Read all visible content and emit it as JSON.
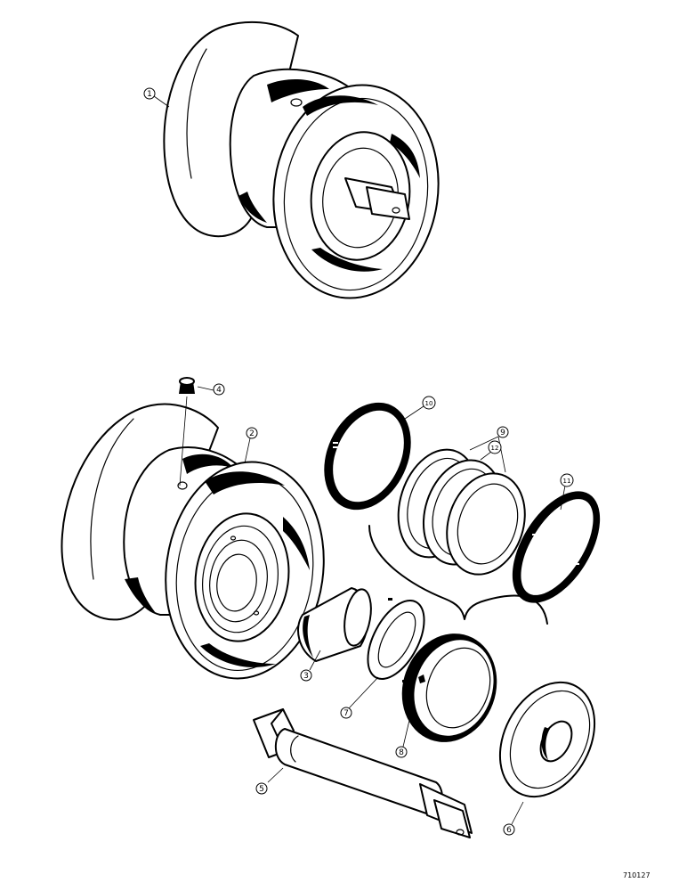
{
  "figure": {
    "figure_number": "710127"
  },
  "parts": [
    {
      "id": "part-1",
      "callout": "1"
    },
    {
      "id": "part-2",
      "callout": "2"
    },
    {
      "id": "part-3",
      "callout": "3"
    },
    {
      "id": "part-4",
      "callout": "4"
    },
    {
      "id": "part-5",
      "callout": "5"
    },
    {
      "id": "part-6",
      "callout": "6"
    },
    {
      "id": "part-7",
      "callout": "7"
    },
    {
      "id": "part-8a",
      "callout": "8"
    },
    {
      "id": "part-8b",
      "callout": "8"
    },
    {
      "id": "part-9",
      "callout": "9"
    },
    {
      "id": "part-10",
      "callout": "10"
    },
    {
      "id": "part-11",
      "callout": "11"
    },
    {
      "id": "part-12",
      "callout": "12"
    }
  ]
}
